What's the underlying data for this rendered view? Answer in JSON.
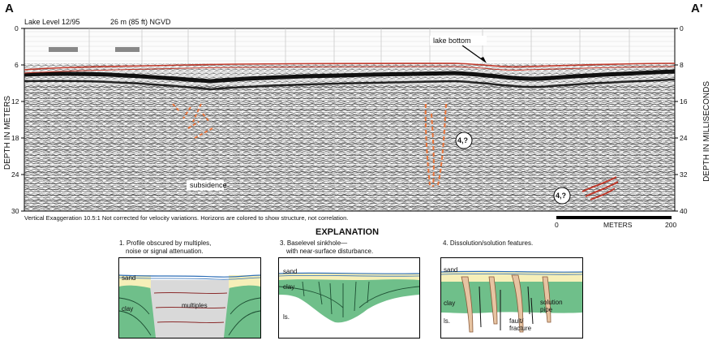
{
  "profile": {
    "endpoint_left": "A",
    "endpoint_right": "A'",
    "header_lake": "Lake Level 12/95",
    "header_level": "26 m (85 ft) NGVD",
    "left_axis_label": "DEPTH IN METERS",
    "right_axis_label": "DEPTH IN MILLISECONDS",
    "left_ticks": [
      "0",
      "6",
      "12",
      "18",
      "24",
      "30"
    ],
    "right_ticks": [
      "0",
      "8",
      "16",
      "24",
      "32",
      "40"
    ],
    "annotation_lake_bottom": "lake bottom",
    "annotation_subsidence": "subsidence",
    "feature_label_a": "4,?",
    "feature_label_b": "4,?",
    "footnote": "Vertical Exaggeration 10.5:1   Not corrected for velocity variations. Horizons are colored to show structure, not correlation.",
    "scale_start": "0",
    "scale_unit": "METERS",
    "scale_end": "200",
    "colors": {
      "horizon_red": "#c0392b",
      "horizon_orange": "#e8743b",
      "record_gray": "#555555"
    }
  },
  "explanation": {
    "title": "EXPLANATION",
    "panels": [
      {
        "caption": [
          "1. Profile obscured by multiples,",
          "noise or signal attenuation."
        ],
        "labels": {
          "sand": "sand",
          "clay": "clay",
          "multiples": "multiples"
        }
      },
      {
        "caption": [
          "3. Baselevel sinkhole—",
          "with near-surface disturbance."
        ],
        "labels": {
          "sand": "sand",
          "clay": "clay",
          "ls": "ls."
        }
      },
      {
        "caption": [
          "4. Dissolution/solution features."
        ],
        "labels": {
          "sand": "sand",
          "clay": "clay",
          "ls": "ls.",
          "fault": "fault/",
          "fracture": "fracture",
          "solution": "solution",
          "pipe": "pipe"
        }
      }
    ],
    "colors": {
      "sand": "#f6efb8",
      "clay": "#6fbf8a",
      "limestone": "#ffffff",
      "multiples": "#d9d9d9",
      "pipe": "#e7c4a2"
    }
  }
}
